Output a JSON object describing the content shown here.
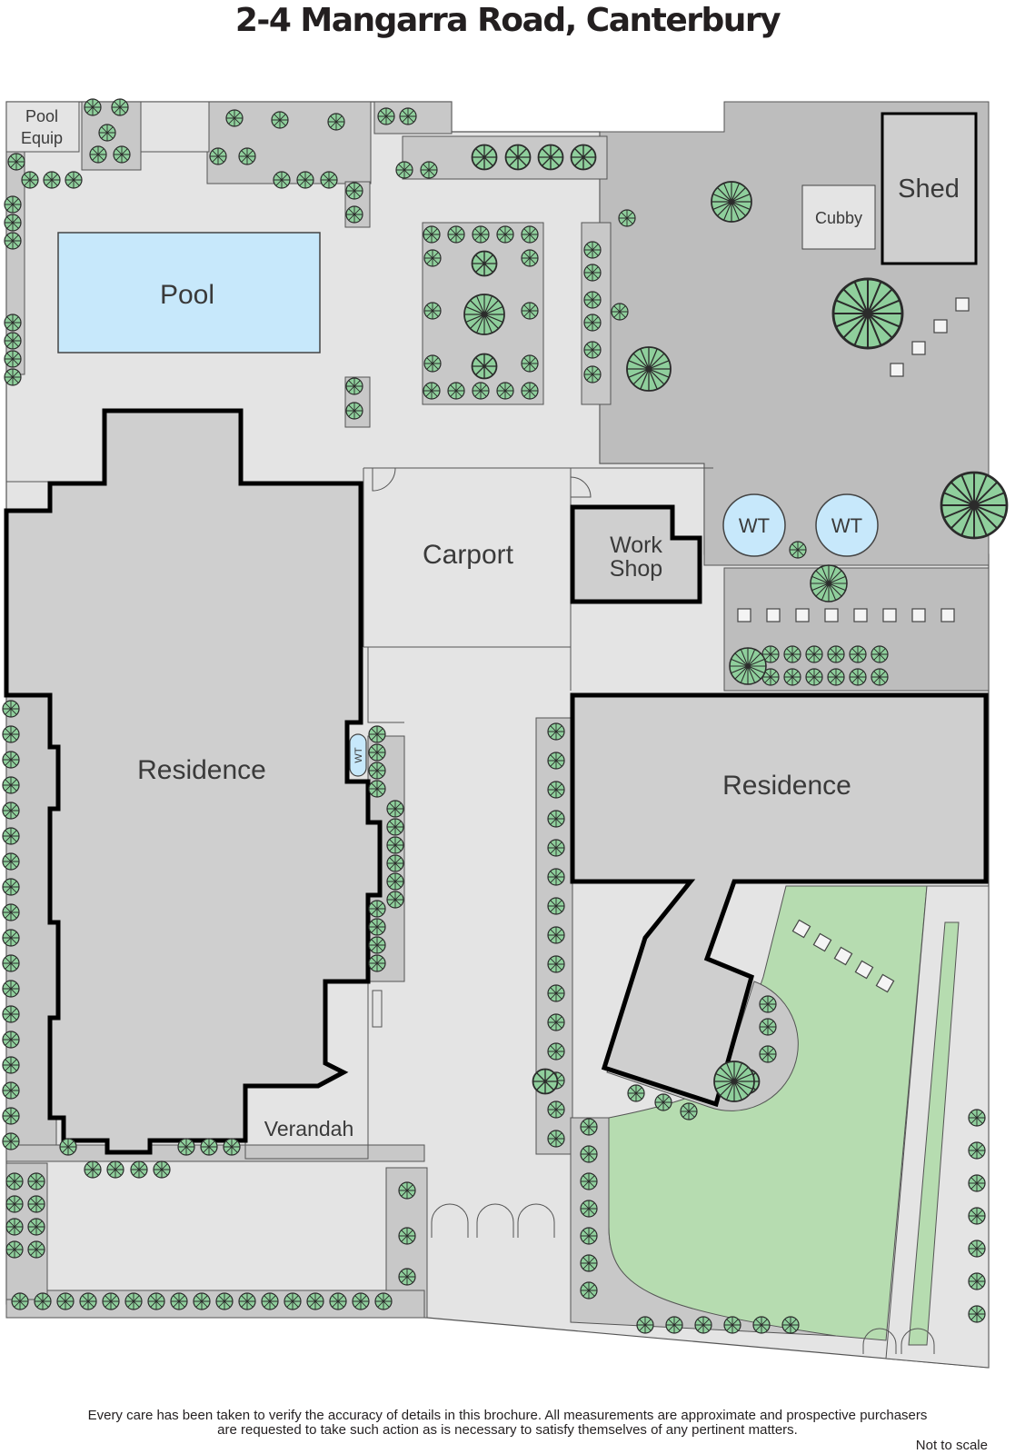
{
  "title": "2-4 Mangarra Road, Canterbury",
  "labels": {
    "pool_equip_1": "Pool",
    "pool_equip_2": "Equip",
    "pool": "Pool",
    "shed": "Shed",
    "cubby": "Cubby",
    "carport": "Carport",
    "workshop_1": "Work",
    "workshop_2": "Shop",
    "water_tank": "WT",
    "residence": "Residence",
    "verandah": "Verandah"
  },
  "disclaimer": {
    "line1": "Every care has been taken to verify the accuracy of details in this brochure.  All measurements are approximate and prospective purchasers",
    "line2": "are requested to take such action as is necessary to satisfy themselves of any pertinent matters."
  },
  "scale_note": "Not to scale",
  "colors": {
    "paving": "#e4e4e4",
    "garden_bed": "#c8c8c8",
    "yard": "#bdbdbd",
    "building": "#cfcfcf",
    "pool_water": "#c7e8fb",
    "lawn": "#b6dcb0",
    "tree": "#8fcf9c",
    "wall": "#000000"
  },
  "icons": [
    "tree-icon",
    "stepping-stone-icon",
    "door-swing-icon",
    "water-tank-icon"
  ]
}
